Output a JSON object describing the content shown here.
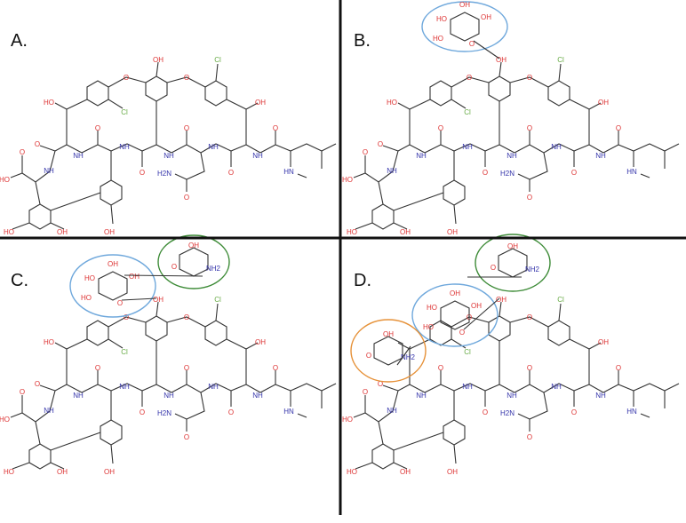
{
  "panels": [
    {
      "label": "A.",
      "sugars": []
    },
    {
      "label": "B.",
      "sugars": [
        "glucose"
      ]
    },
    {
      "label": "C.",
      "sugars": [
        "glucose",
        "amino-sugar"
      ]
    },
    {
      "label": "D.",
      "sugars": [
        "glucose",
        "amino-sugar",
        "amino-sugar-2"
      ]
    }
  ],
  "core_labels": [
    "OH",
    "O",
    "O",
    "Cl",
    "Cl",
    "HO",
    "OH",
    "O",
    "O",
    "O",
    "O",
    "O",
    "O",
    "O",
    "HO",
    "NH",
    "NH",
    "NH",
    "NH",
    "NH",
    "NH",
    "H2N",
    "O",
    "HN",
    "HO",
    "OH",
    "OH"
  ],
  "sugar_labels": {
    "glucose": [
      "OH",
      "OH",
      "HO",
      "O",
      "HO"
    ],
    "amino-sugar": [
      "OH",
      "NH2",
      "O"
    ]
  },
  "highlight_colors": {
    "glucose": "#6fa8dc",
    "amino-sugar": "#3d8b37",
    "amino-sugar-2": "#e69138"
  },
  "divider_color": "#111111"
}
